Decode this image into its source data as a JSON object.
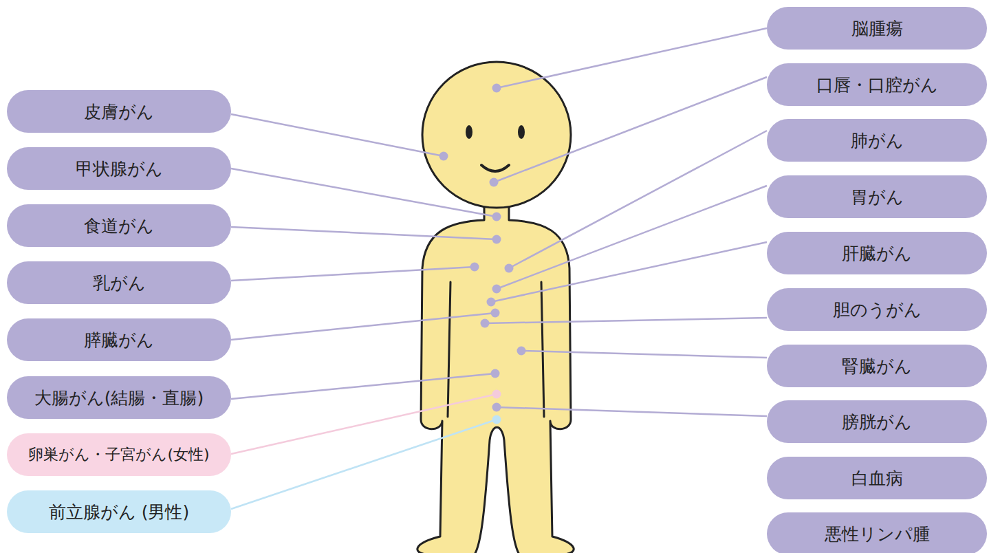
{
  "diagram": {
    "nodes": [
      {
        "text": [
          "皮膚がん"
        ]
      },
      {
        "text": [
          "甲状腺がん"
        ]
      },
      {
        "text": [
          "食道がん"
        ]
      },
      {
        "text": [
          "乳がん"
        ]
      },
      {
        "text": [
          "膵臓がん"
        ]
      },
      {
        "text": [
          "大腸がん(結腸・直腸)"
        ]
      },
      {
        "text": [
          "卵巣がん・子宮がん(女性)"
        ]
      },
      {
        "text": [
          "前立腺がん (男性)"
        ]
      },
      {
        "text": [
          "脳腫瘍"
        ]
      },
      {
        "text": [
          "口唇・口腔がん"
        ]
      },
      {
        "text": [
          "肺がん"
        ]
      },
      {
        "text": [
          "胃がん"
        ]
      },
      {
        "text": [
          "肝臓がん"
        ]
      },
      {
        "text": [
          "胆のうがん"
        ]
      },
      {
        "text": [
          "腎臓がん"
        ]
      },
      {
        "text": [
          "膀胱がん"
        ]
      },
      {
        "text": [
          "白血病"
        ]
      },
      {
        "text": [
          "悪性リンパ腫"
        ]
      }
    ]
  }
}
